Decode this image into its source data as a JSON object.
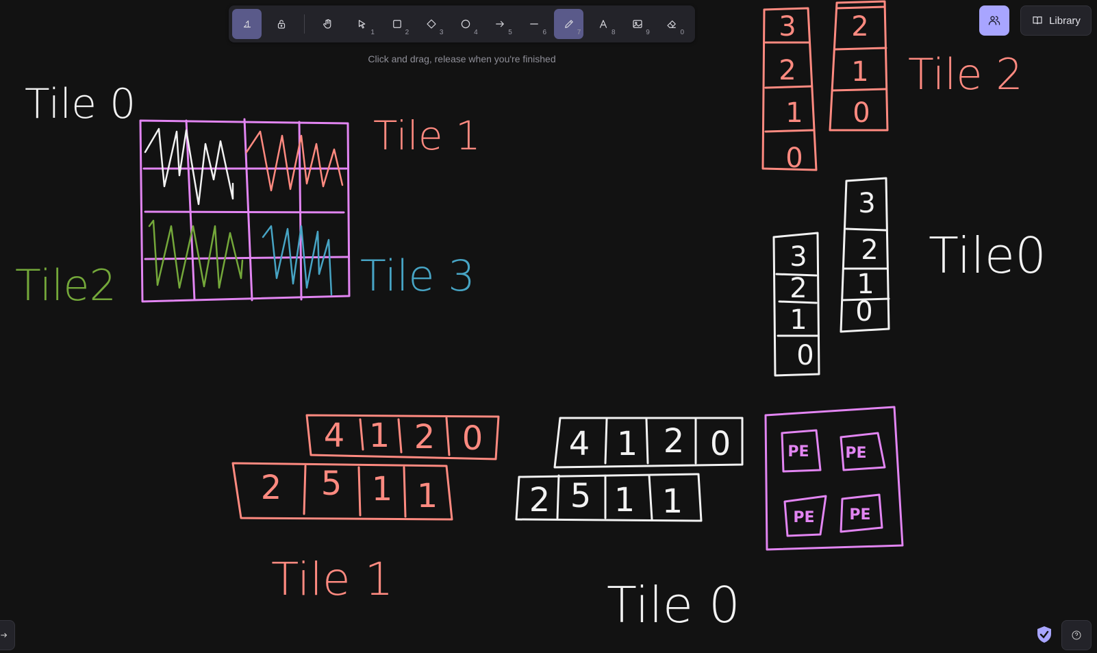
{
  "toolbar": {
    "tools": [
      {
        "name": "keep-tool-active",
        "key": ""
      },
      {
        "name": "lock",
        "key": ""
      },
      {
        "name": "hand",
        "key": ""
      },
      {
        "name": "selection",
        "key": "1"
      },
      {
        "name": "rectangle",
        "key": "2"
      },
      {
        "name": "diamond",
        "key": "3"
      },
      {
        "name": "ellipse",
        "key": "4"
      },
      {
        "name": "arrow",
        "key": "5"
      },
      {
        "name": "line",
        "key": "6"
      },
      {
        "name": "draw",
        "key": "7"
      },
      {
        "name": "text",
        "key": "8"
      },
      {
        "name": "image",
        "key": "9"
      },
      {
        "name": "eraser",
        "key": "0"
      }
    ],
    "active_tool": "draw"
  },
  "hint": "Click and drag, release when you're finished",
  "library_label": "Library",
  "colors": {
    "pink": "#ff8a80",
    "violet": "#e285f2",
    "green": "#74a83a",
    "blue": "#47a4c4",
    "white": "#f2f2f2",
    "accent": "#a8a5ff"
  },
  "canvas": {
    "labels": {
      "tile0_top": "Tile 0",
      "tile1_top": "Tile 1",
      "tile2": "Tile2",
      "tile3": "Tile 3",
      "tile2_right": "Tile 2",
      "tile0_right": "Tile0",
      "tile1_bottom": "Tile 1",
      "tile0_bottom": "Tile 0"
    },
    "pink_stack_left": [
      "3",
      "2",
      "1",
      "0"
    ],
    "pink_stack_right": [
      "2",
      "1",
      "0"
    ],
    "white_stack_left": [
      "3",
      "2",
      "1",
      "0"
    ],
    "white_stack_right": [
      "3",
      "2",
      "1",
      "0"
    ],
    "pink_row_top": [
      "4",
      "1",
      "2",
      "0"
    ],
    "pink_row_bottom": [
      "2",
      "5",
      "1",
      "1"
    ],
    "white_row_top": [
      "4",
      "1",
      "2",
      "0"
    ],
    "white_row_bottom": [
      "2",
      "5",
      "1",
      "1"
    ],
    "pe_labels": [
      "PE",
      "PE",
      "PE",
      "PE"
    ]
  }
}
